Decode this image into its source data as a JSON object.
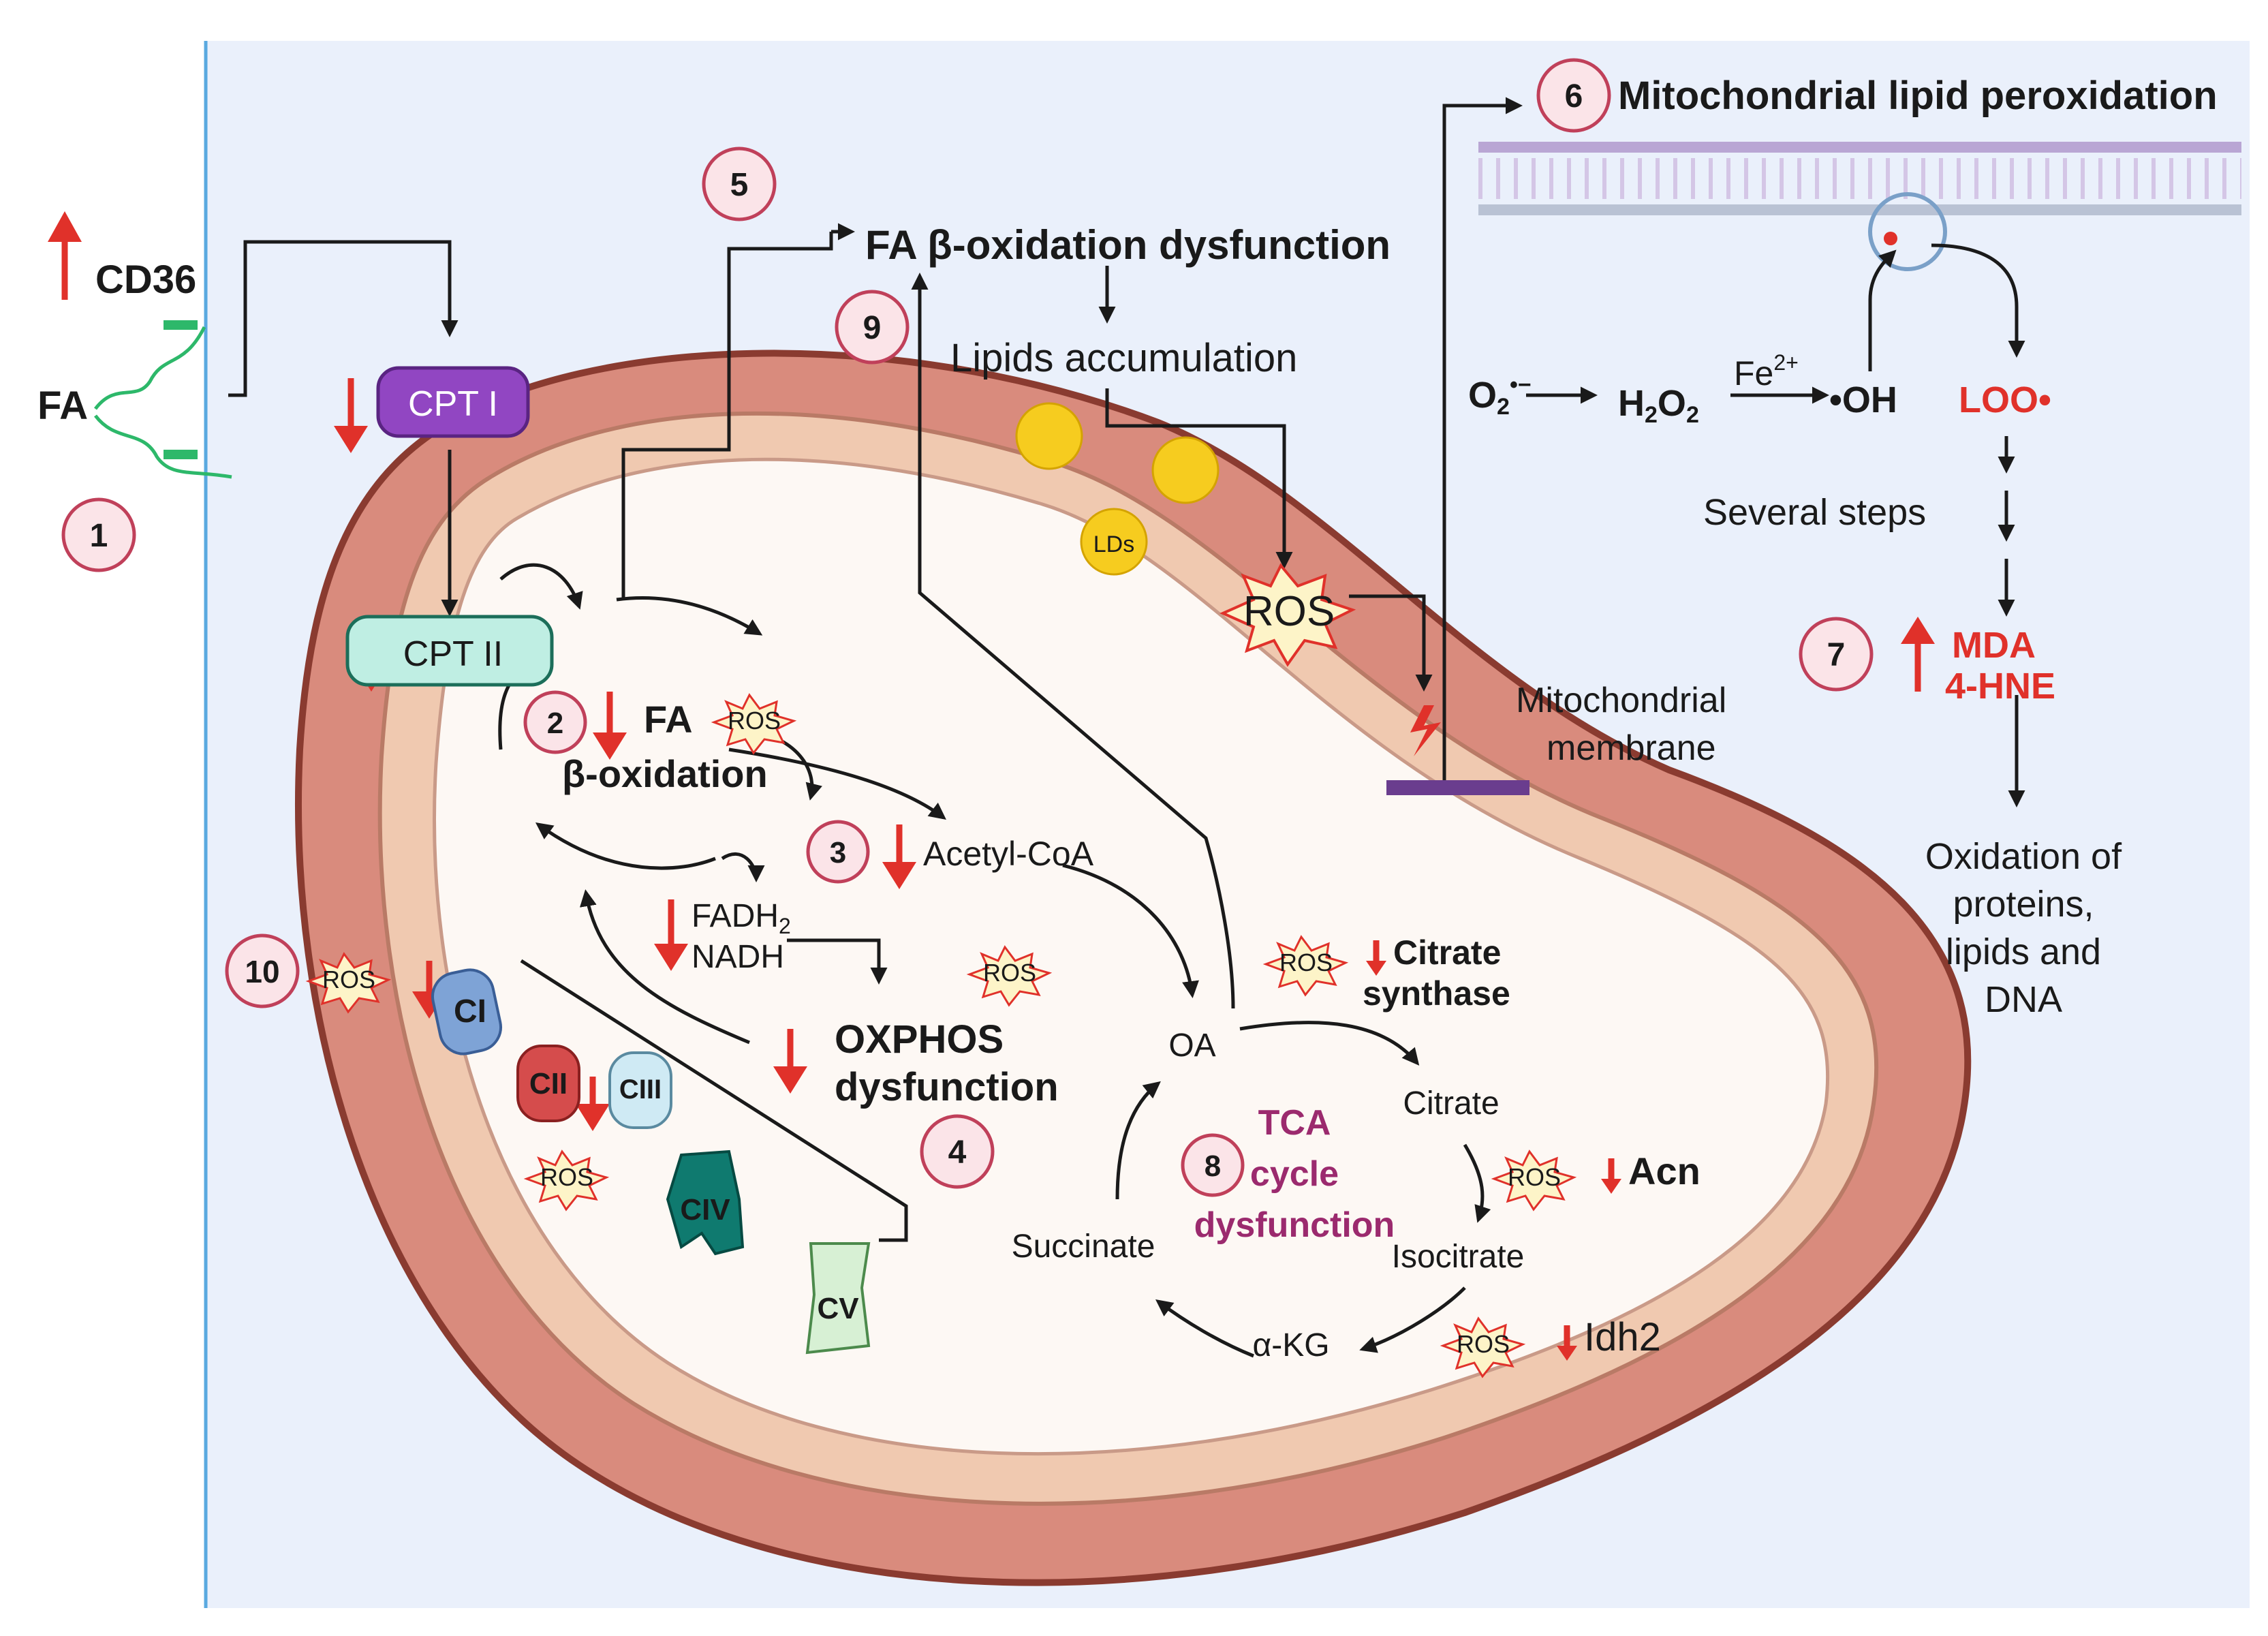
{
  "labels": {
    "cd36": "CD36",
    "fa": "FA",
    "cpt1": "CPT I",
    "cpt2": "CPT II",
    "fa_beta": "FA",
    "beta_ox": "β-oxidation",
    "acetyl": "Acetyl-CoA",
    "fadh2": "FADH",
    "fadh2_sub": "2",
    "nadh": "NADH",
    "oxphos1": "OXPHOS",
    "oxphos2": "dysfunction",
    "fao_dys": "FA β-oxidation dysfunction",
    "lipids_acc": "Lipids accumulation",
    "lds": "LDs",
    "ros": "ROS",
    "mito_lipid": "Mitochondrial lipid peroxidation",
    "mito_membrane1": "Mitochondrial",
    "mito_membrane2": "membrane",
    "o2": "O",
    "o2_sub": "2",
    "o2_sup": "•−",
    "h2o2": "H",
    "h2o2_sub1": "2",
    "h2o2_o": "O",
    "h2o2_sub2": "2",
    "fe": "Fe",
    "fe_sup": "2+",
    "oh": "•OH",
    "loo": "LOO•",
    "several": "Several steps",
    "mda": "MDA",
    "hne": "4-HNE",
    "oxid1": "Oxidation of",
    "oxid2": "proteins,",
    "oxid3": "lipids and",
    "oxid4": "DNA",
    "ci": "CI",
    "cii": "CII",
    "ciii": "CIII",
    "civ": "CIV",
    "cv": "CV",
    "citrate_synthase1": "Citrate",
    "citrate_synthase2": "synthase",
    "oa": "OA",
    "citrate": "Citrate",
    "isocitrate": "Isocitrate",
    "akg": "α-KG",
    "succinate": "Succinate",
    "tca1": "TCA",
    "tca2": "cycle",
    "tca3": "dysfunction",
    "acn": "Acn",
    "idh2": "Idh2"
  },
  "steps": [
    "1",
    "2",
    "3",
    "4",
    "5",
    "6",
    "7",
    "8",
    "9",
    "10"
  ],
  "colors": {
    "background": "#eaf0fb",
    "outer_membrane": "#d98b7d",
    "inner_membrane": "#f0c9b0",
    "matrix": "#fdf8f4",
    "accent_red": "#e0312a",
    "step_circle": "#fbe4e8",
    "cpt1": "#9146c2",
    "cpt2": "#bfeee3",
    "tca_text": "#9b2a6e"
  }
}
